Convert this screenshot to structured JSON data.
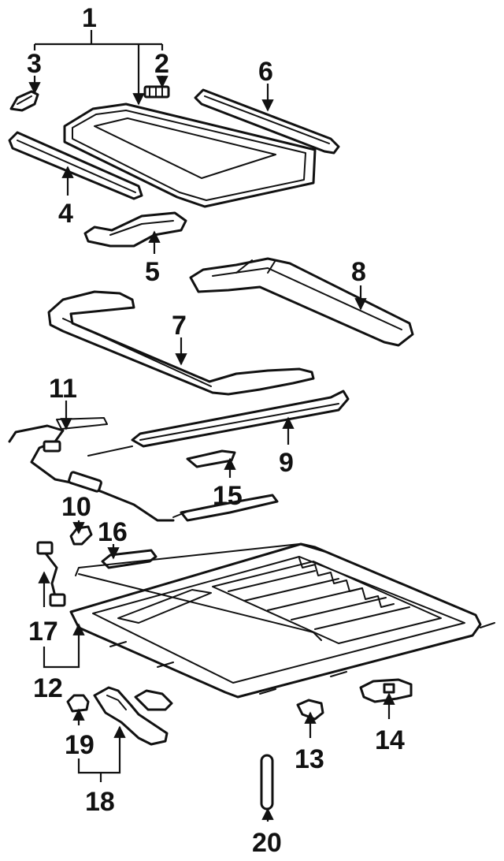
{
  "callouts": [
    {
      "id": "1",
      "text": "1"
    },
    {
      "id": "2",
      "text": "2"
    },
    {
      "id": "3",
      "text": "3"
    },
    {
      "id": "4",
      "text": "4"
    },
    {
      "id": "5",
      "text": "5"
    },
    {
      "id": "6",
      "text": "6"
    },
    {
      "id": "7",
      "text": "7"
    },
    {
      "id": "8",
      "text": "8"
    },
    {
      "id": "9",
      "text": "9"
    },
    {
      "id": "10",
      "text": "10"
    },
    {
      "id": "11",
      "text": "11"
    },
    {
      "id": "12",
      "text": "12"
    },
    {
      "id": "13",
      "text": "13"
    },
    {
      "id": "14",
      "text": "14"
    },
    {
      "id": "15",
      "text": "15"
    },
    {
      "id": "16",
      "text": "16"
    },
    {
      "id": "17",
      "text": "17"
    },
    {
      "id": "18",
      "text": "18"
    },
    {
      "id": "19",
      "text": "19"
    },
    {
      "id": "20",
      "text": "20"
    }
  ],
  "colors": {
    "ink": "#111111",
    "background": "#ffffff"
  }
}
